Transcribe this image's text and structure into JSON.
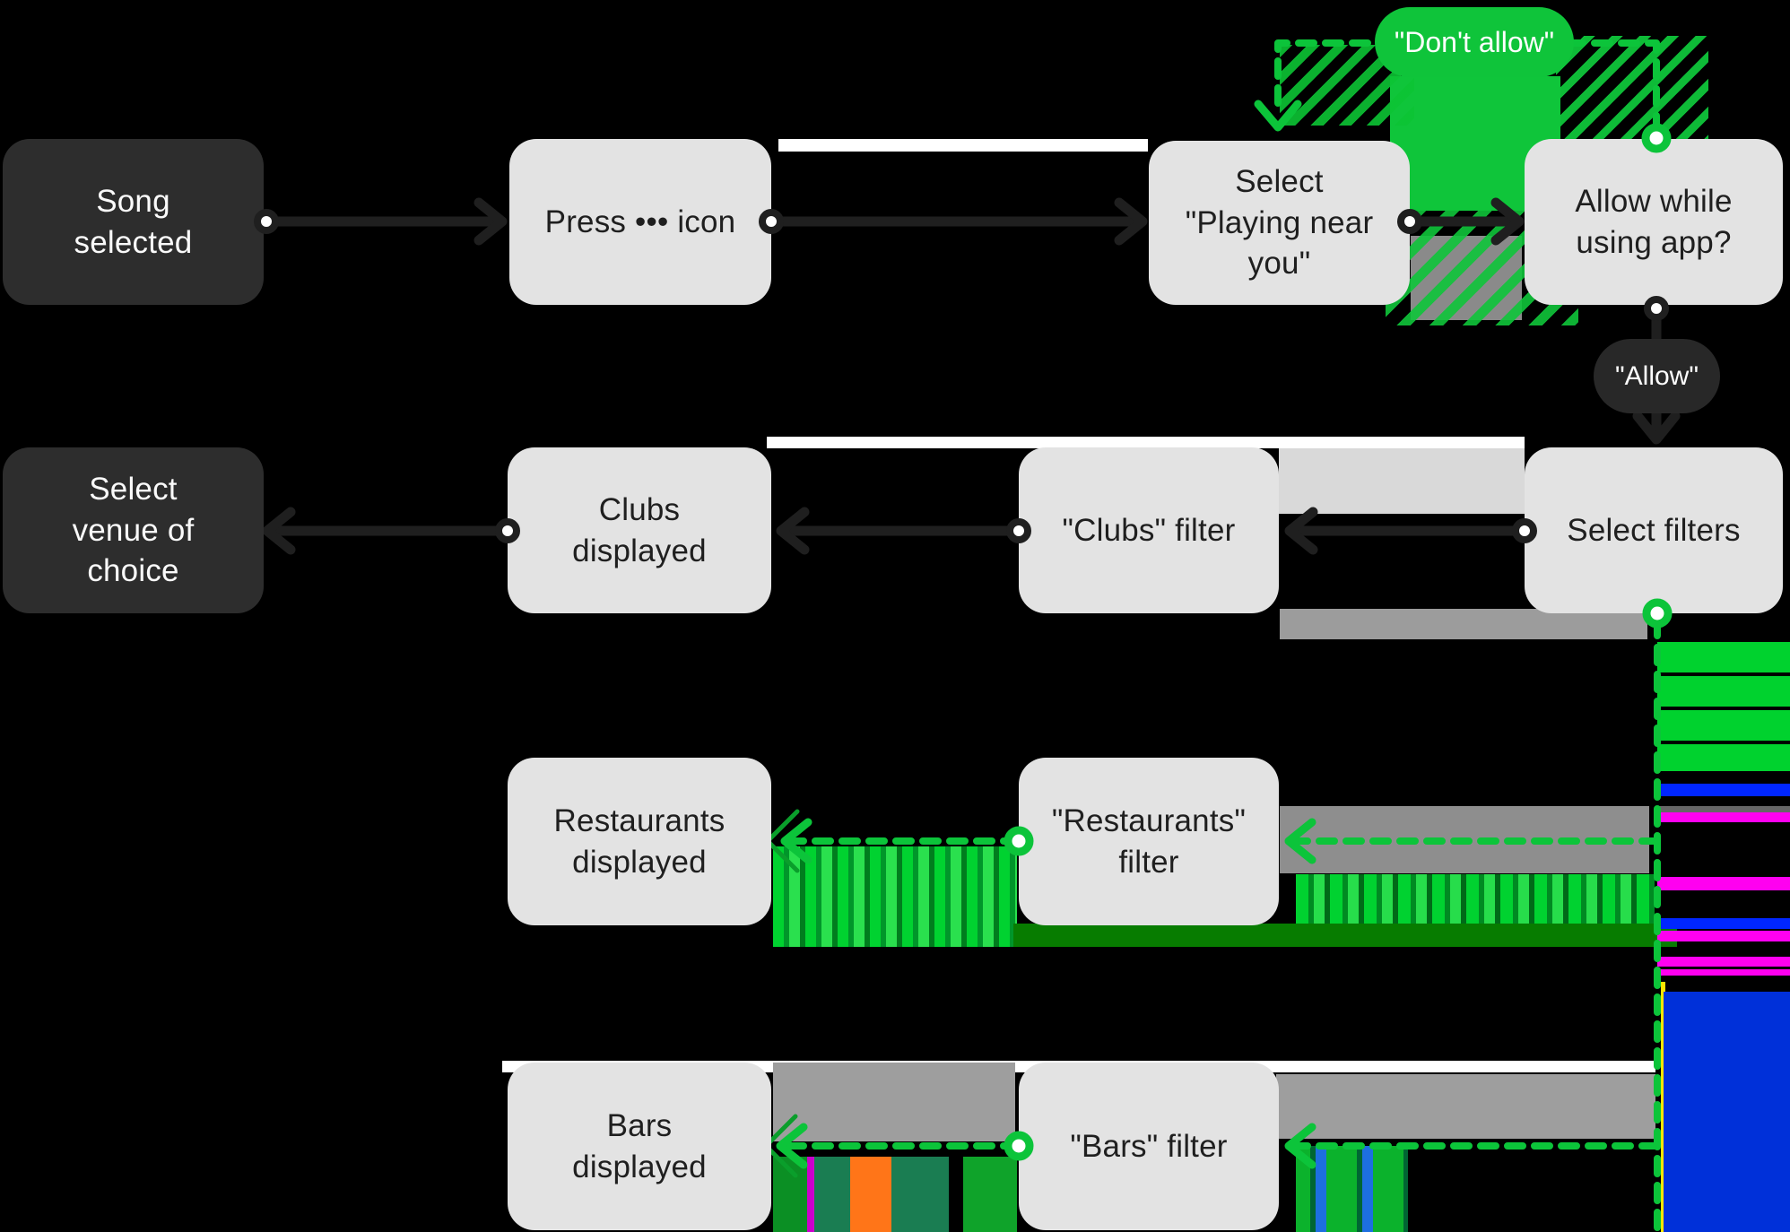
{
  "nodes": [
    {
      "id": "song-selected",
      "label": "Song\nselected",
      "variant": "dark"
    },
    {
      "id": "press-more-icon",
      "label": "Press ••• icon",
      "variant": "light"
    },
    {
      "id": "select-playing-near-you",
      "label": "Select\n\"Playing near\nyou\"",
      "variant": "light"
    },
    {
      "id": "allow-while-using-app",
      "label": "Allow while\nusing app?",
      "variant": "light"
    },
    {
      "id": "select-venue-of-choice",
      "label": "Select\nvenue of\nchoice",
      "variant": "dark"
    },
    {
      "id": "clubs-displayed",
      "label": "Clubs\ndisplayed",
      "variant": "light"
    },
    {
      "id": "clubs-filter",
      "label": "\"Clubs\" filter",
      "variant": "light"
    },
    {
      "id": "select-filters",
      "label": "Select filters",
      "variant": "light"
    },
    {
      "id": "restaurants-displayed",
      "label": "Restaurants\ndisplayed",
      "variant": "light"
    },
    {
      "id": "restaurants-filter",
      "label": "\"Restaurants\"\nfilter",
      "variant": "light"
    },
    {
      "id": "bars-displayed",
      "label": "Bars\ndisplayed",
      "variant": "light"
    },
    {
      "id": "bars-filter",
      "label": "\"Bars\" filter",
      "variant": "light"
    }
  ],
  "edge_labels": [
    {
      "id": "dont-allow",
      "label": "\"Don't allow\"",
      "variant": "green"
    },
    {
      "id": "allow",
      "label": "\"Allow\"",
      "variant": "dark"
    }
  ],
  "colors": {
    "background": "#000000",
    "node_light": "#e3e3e3",
    "node_dark": "#2d2d2d",
    "arrow_black": "#1f1f1f",
    "arrow_green": "#0cc43a",
    "pill_green": "#0fc43a",
    "pill_dark": "#282828"
  }
}
